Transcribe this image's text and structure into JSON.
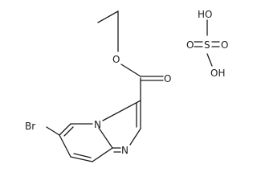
{
  "molecule": {
    "labels": {
      "bromine": "Br",
      "ring_nitrogen_bridgehead": "N",
      "ring_nitrogen_imidazole": "N",
      "ester_oxygen": "O",
      "carbonyl_oxygen": "O"
    }
  },
  "acid": {
    "labels": {
      "hydroxyl_top": "HO",
      "oxo_left": "O",
      "sulfur": "S",
      "oxo_right": "O",
      "hydroxyl_bottom": "OH"
    }
  }
}
